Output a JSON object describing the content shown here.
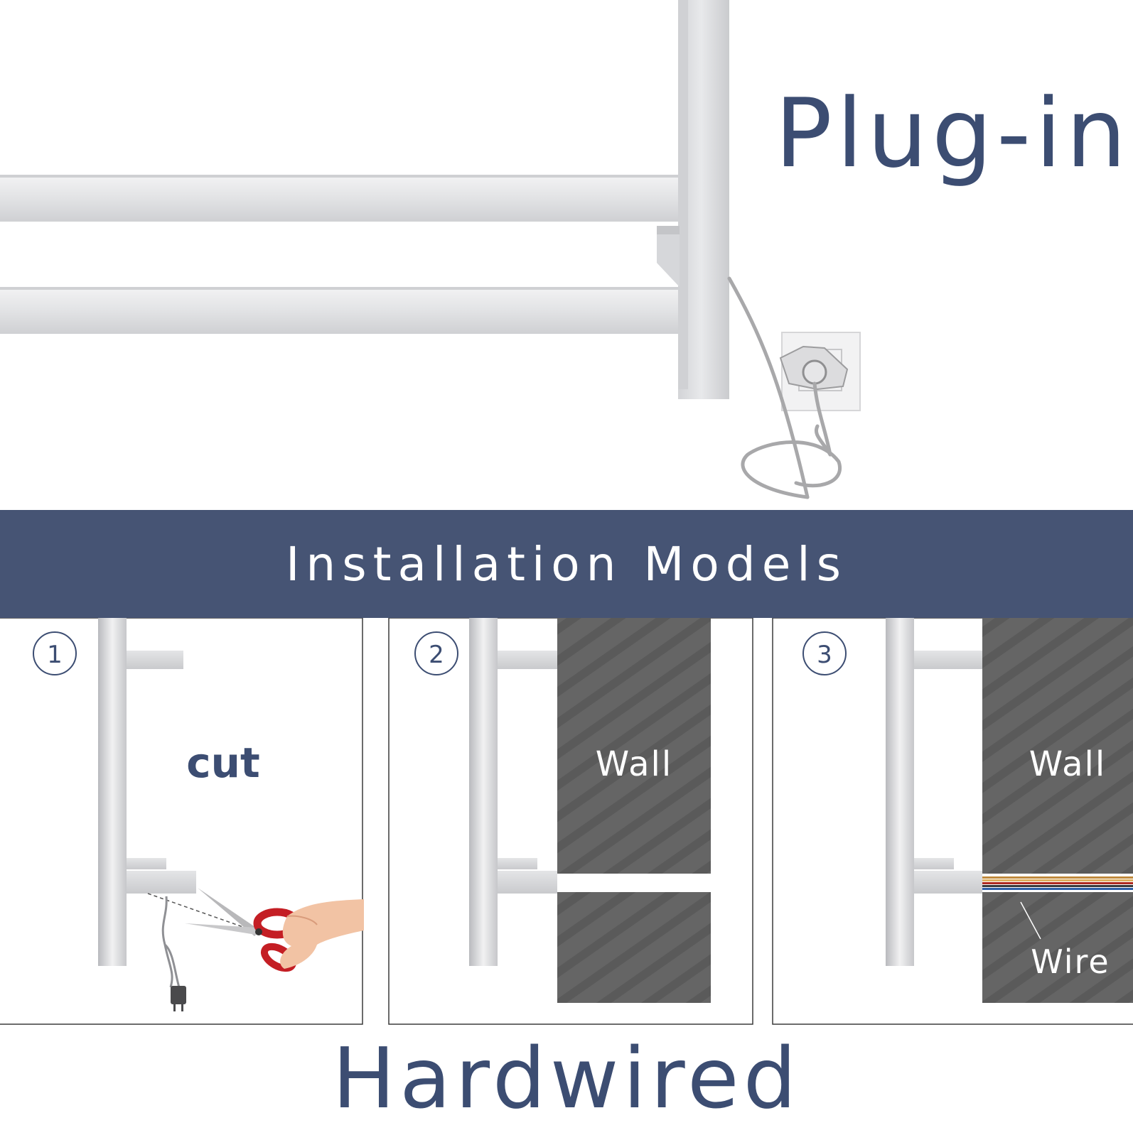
{
  "headings": {
    "plug_in": "Plug-in",
    "banner": "Installation Models",
    "hardwired": "Hardwired"
  },
  "steps": [
    {
      "number": "1",
      "label": "cut"
    },
    {
      "number": "2",
      "label": "Wall"
    },
    {
      "number": "3",
      "label": "Wall",
      "wire_label": "Wire"
    }
  ],
  "colors": {
    "navy": "#465474",
    "heading_text": "#3c4d72",
    "wall": "#656565",
    "scissors": "#c41e24",
    "rail": "#e3e4e6"
  },
  "icons": [
    "towel-rail",
    "wall-socket",
    "power-cord",
    "scissors",
    "hand",
    "plug",
    "wall-block",
    "wire-bundle"
  ]
}
